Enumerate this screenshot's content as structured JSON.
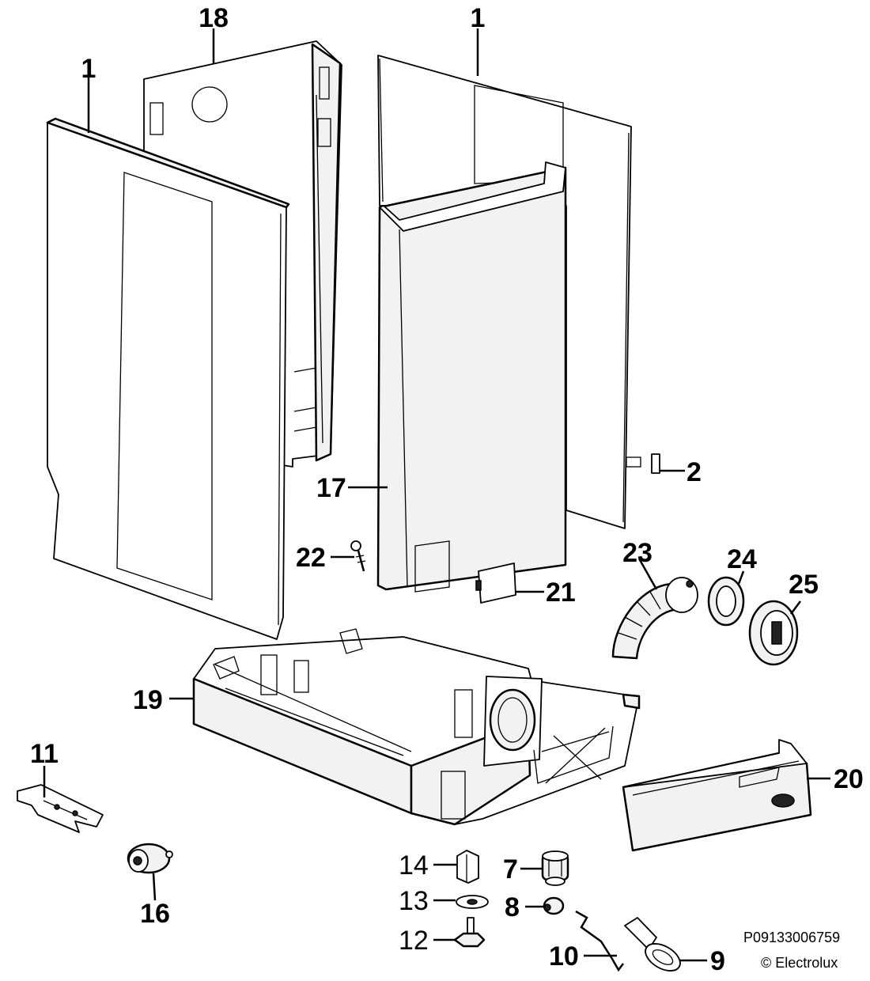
{
  "callouts": {
    "c1_left": "1",
    "c18": "18",
    "c1_right": "1",
    "c2": "2",
    "c17": "17",
    "c22": "22",
    "c21": "21",
    "c23": "23",
    "c24": "24",
    "c25": "25",
    "c19": "19",
    "c11": "11",
    "c16": "16",
    "c20": "20",
    "c14": "14",
    "c13": "13",
    "c12": "12",
    "c7": "7",
    "c8": "8",
    "c10": "10",
    "c9": "9"
  },
  "footer": {
    "code": "P09133006759",
    "copyright": "© Electrolux"
  }
}
